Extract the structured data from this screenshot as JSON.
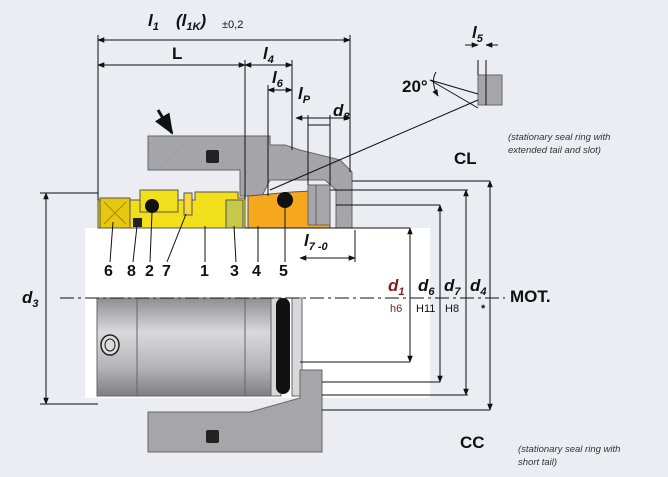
{
  "dimensions": {
    "l1": "l",
    "l1_sub": "1",
    "l1k": "(l",
    "l1k_sub": "1K",
    "l1k_close": ")",
    "l1_tol": "±0,2",
    "L": "L",
    "l4": "l",
    "l4_sub": "4",
    "l6": "l",
    "l6_sub": "6",
    "lp": "l",
    "lp_sub": "P",
    "d8": "d",
    "d8_sub": "8",
    "l5": "l",
    "l5_sub": "5",
    "angle": "20°",
    "l7": "l",
    "l7_sub": "7",
    "l7_tol": "-0",
    "d3": "d",
    "d3_sub": "3"
  },
  "part_numbers": [
    "6",
    "8",
    "2",
    "7",
    "1",
    "3",
    "4",
    "5"
  ],
  "diameters": [
    {
      "label": "d",
      "sub": "1",
      "tolerance": "h6",
      "color": "#8b1a1a"
    },
    {
      "label": "d",
      "sub": "6",
      "tolerance": "H11",
      "color": "#111111"
    },
    {
      "label": "d",
      "sub": "7",
      "tolerance": "H8",
      "color": "#111111"
    },
    {
      "label": "d",
      "sub": "4",
      "tolerance": "*",
      "color": "#111111"
    }
  ],
  "labels": {
    "mot": "MOT.",
    "cl": "CL",
    "cc": "CC",
    "note_cl_1": "(stationary seal ring with",
    "note_cl_2": "extended tail and slot)",
    "note_cc_1": "(stationary seal ring with",
    "note_cc_2": "short tail)"
  },
  "colors": {
    "background": "#ececf3",
    "yellow": "#f2df1c",
    "orange": "#f5a81e",
    "gray": "#a9a9ad",
    "dark_red": "#8b1a1a",
    "dimension_line": "#111111"
  }
}
